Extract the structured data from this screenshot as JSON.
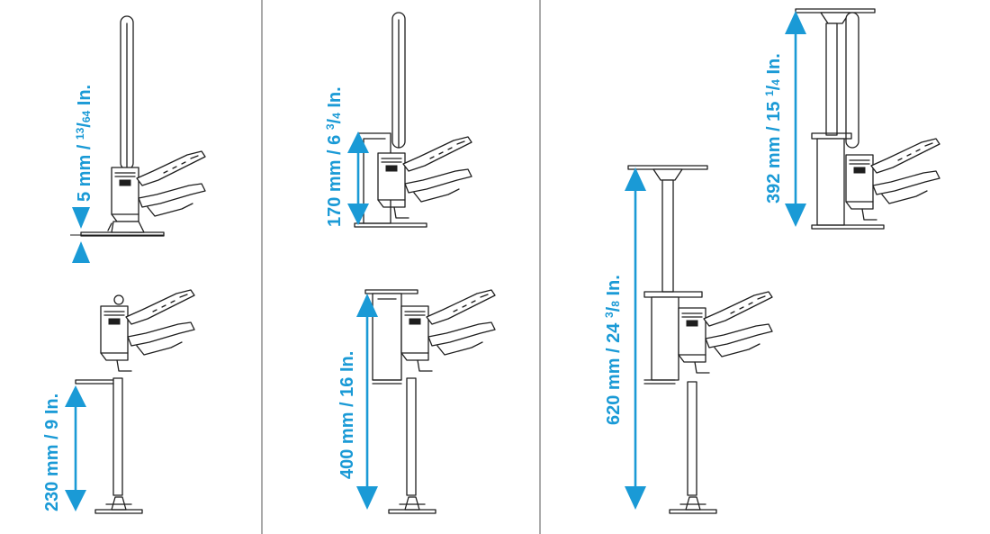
{
  "colors": {
    "accent": "#1a9ad6",
    "ink": "#1e1e1e",
    "divider": "#555555",
    "background": "#ffffff"
  },
  "dimensions": [
    {
      "id": "min-height",
      "value": "5 mm",
      "imperial_whole": "",
      "frac_num": "13",
      "frac_den": "64",
      "unit": "In."
    },
    {
      "id": "jaw-opening",
      "value": "230 mm",
      "imperial_whole": "9",
      "frac_num": "",
      "frac_den": "",
      "unit": "In."
    },
    {
      "id": "head-height",
      "value": "170 mm",
      "imperial_whole": "6",
      "frac_num": "3",
      "frac_den": "4",
      "unit": "In."
    },
    {
      "id": "max-lift",
      "value": "400 mm",
      "imperial_whole": "16",
      "frac_num": "",
      "frac_den": "",
      "unit": "In."
    },
    {
      "id": "extended-lift",
      "value": "620 mm",
      "imperial_whole": "24",
      "frac_num": "3",
      "frac_den": "8",
      "unit": "In."
    },
    {
      "id": "extension-height",
      "value": "392 mm",
      "imperial_whole": "15",
      "frac_num": "1",
      "frac_den": "4",
      "unit": "In."
    }
  ]
}
